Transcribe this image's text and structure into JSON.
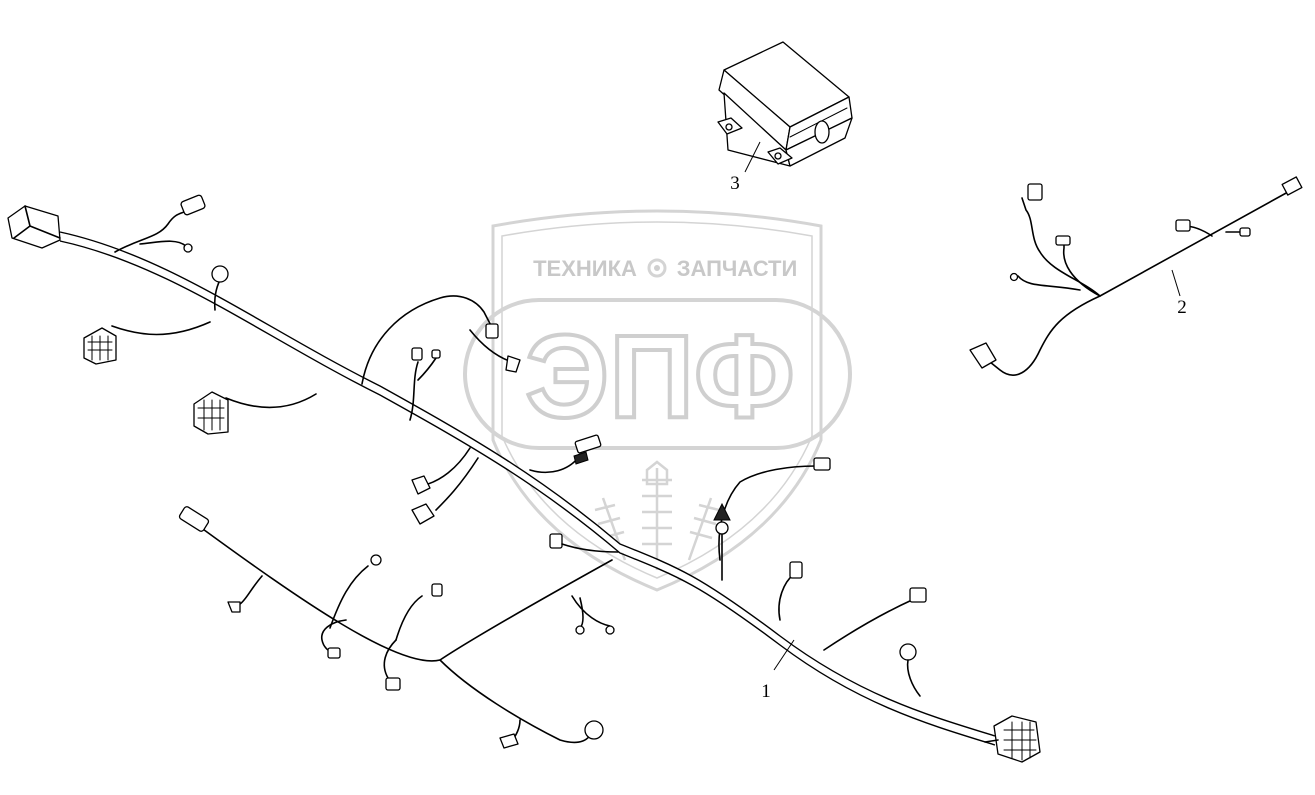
{
  "watermark": {
    "top_left": "ТЕХНИКА",
    "top_right": "ЗАПЧАСТИ",
    "logo": "ЭПФ"
  },
  "callouts": {
    "harness_main": "1",
    "harness_small": "2",
    "relay_box": "3"
  },
  "icons": {
    "gear": "gear-icon"
  }
}
